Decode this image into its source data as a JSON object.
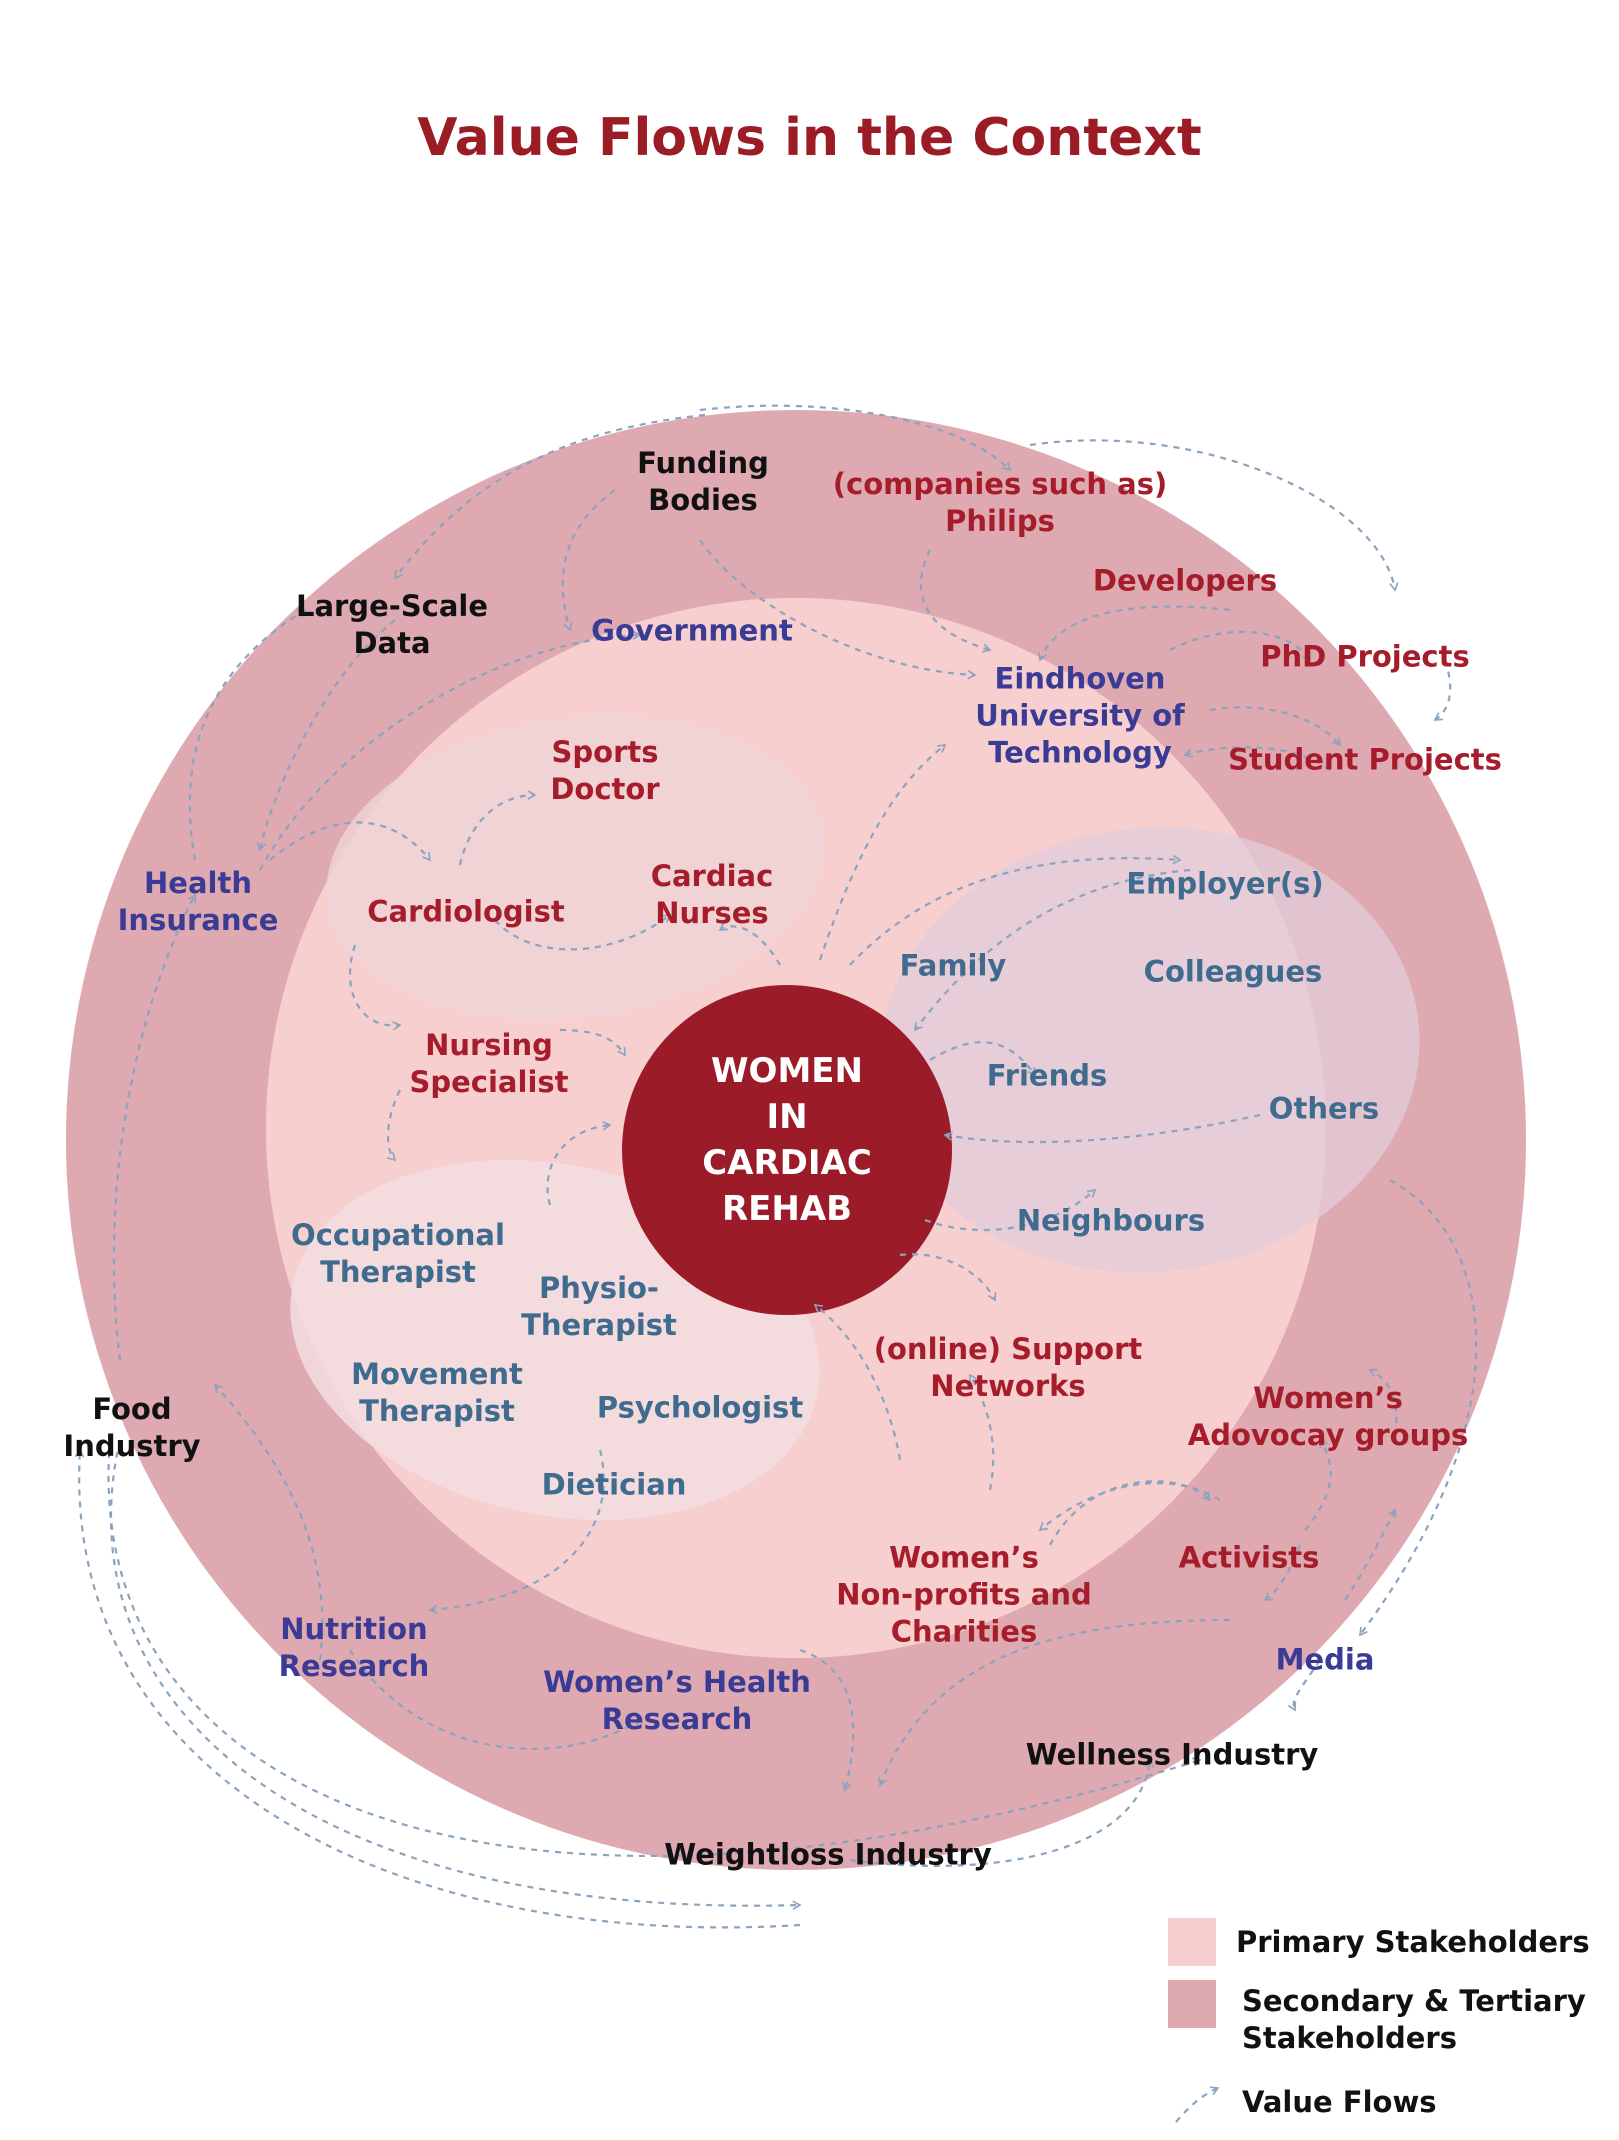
{
  "title": "Value Flows in the Context",
  "colors": {
    "title": "#9c1c26",
    "outer_ring": "#dea9b1",
    "inner_ring": "#f7cfcf",
    "center": "#9b1b28",
    "clinical_cluster": "#f0d2d6",
    "social_cluster": "#ecd8e0",
    "flow_arrows": "#8aa3bf",
    "label_red": "#a51d2a",
    "label_blue": "#3a3b94",
    "label_steel": "#3f6b8f",
    "label_black": "#111111"
  },
  "center": {
    "lines": [
      "WOMEN",
      "IN",
      "CARDIAC",
      "REHAB"
    ]
  },
  "primary": {
    "sports_doctor": [
      "Sports",
      "Doctor"
    ],
    "cardiologist": "Cardiologist",
    "cardiac_nurses": [
      "Cardiac",
      "Nurses"
    ],
    "nursing_specialist": [
      "Nursing",
      "Specialist"
    ],
    "occupational_therapist": [
      "Occupational",
      "Therapist"
    ],
    "physiotherapist": [
      "Physio-",
      "Therapist"
    ],
    "movement_therapist": [
      "Movement",
      "Therapist"
    ],
    "psychologist": "Psychologist",
    "dietician": "Dietician",
    "family": "Family",
    "employers": "Employer(s)",
    "colleagues": "Colleagues",
    "friends": "Friends",
    "others": "Others",
    "neighbours": "Neighbours",
    "support_networks": [
      "(online) Support",
      "Networks"
    ],
    "womens_nonprofits": [
      "Women’s",
      "Non-profits and",
      "Charities"
    ],
    "government": "Government",
    "eindhoven": [
      "Eindhoven",
      "University of",
      "Technology"
    ]
  },
  "secondary": {
    "funding_bodies": [
      "Funding",
      "Bodies"
    ],
    "philips": [
      "(companies such as)",
      "Philips"
    ],
    "developers": "Developers",
    "phd_projects": "PhD Projects",
    "student_projects": "Student Projects",
    "large_scale_data": [
      "Large-Scale",
      "Data"
    ],
    "health_insurance": [
      "Health",
      "Insurance"
    ],
    "food_industry": [
      "Food",
      "Industry"
    ],
    "nutrition_research": [
      "Nutrition",
      "Research"
    ],
    "womens_health_research": [
      "Women’s Health",
      "Research"
    ],
    "weightloss_industry": "Weightloss Industry",
    "wellness_industry": "Wellness Industry",
    "media": "Media",
    "activists": "Activists",
    "womens_advocacy": [
      "Women’s",
      "Adovocay groups"
    ]
  },
  "legend": {
    "primary": "Primary Stakeholders",
    "secondary": [
      "Secondary & Tertiary",
      "Stakeholders"
    ],
    "flows": "Value Flows"
  }
}
